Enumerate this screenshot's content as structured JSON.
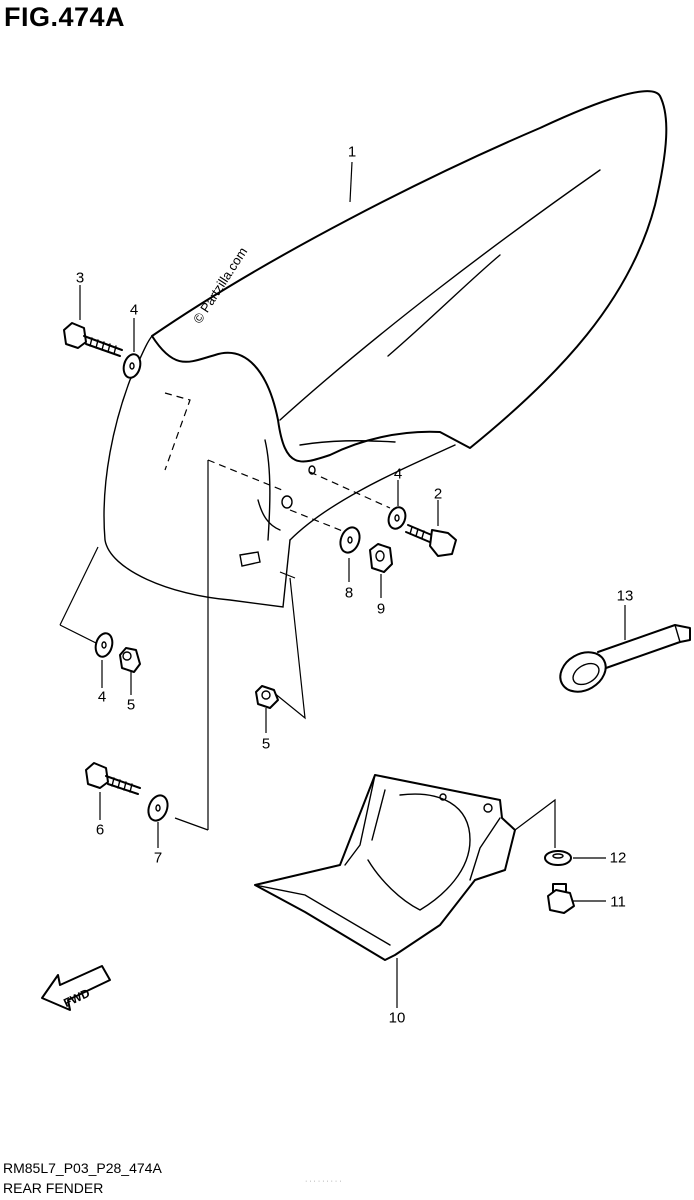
{
  "figure_title": "FIG.474A",
  "watermark": "© Partzilla.com",
  "fwd_label": "FWD",
  "code": "RM85L7_P03_P28_474A",
  "caption": "REAR FENDER",
  "callouts": {
    "c1": "1",
    "c2": "2",
    "c3": "3",
    "c4a": "4",
    "c4b": "4",
    "c4c": "4",
    "c5a": "5",
    "c5b": "5",
    "c6": "6",
    "c7": "7",
    "c8": "8",
    "c9": "9",
    "c10": "10",
    "c11": "11",
    "c12": "12",
    "c13": "13"
  },
  "colors": {
    "ink": "#000000",
    "paper": "#ffffff"
  }
}
